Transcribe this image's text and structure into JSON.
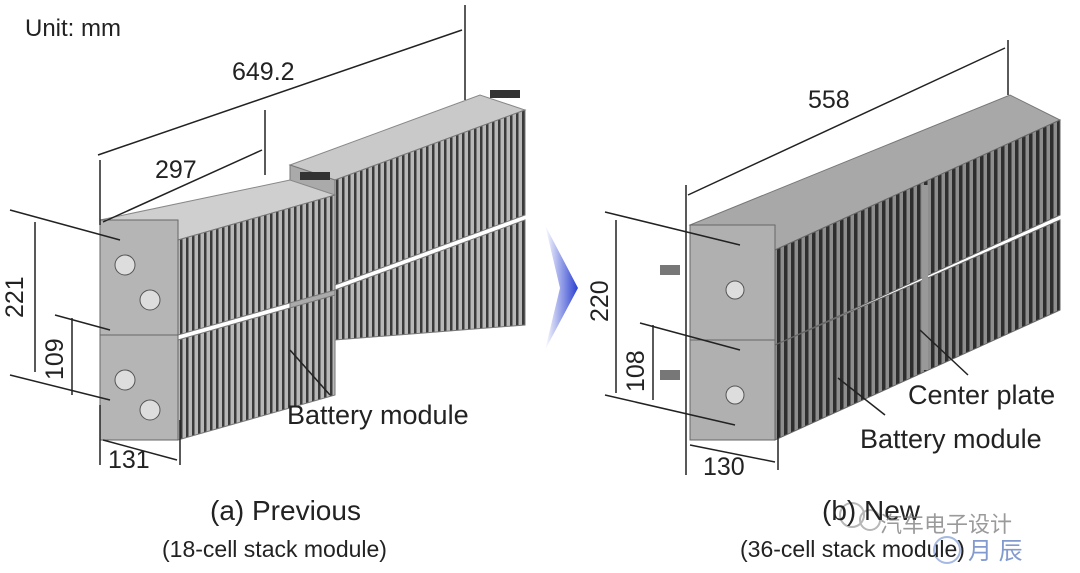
{
  "unit_label": "Unit: mm",
  "previous": {
    "caption": "(a)  Previous",
    "subcaption": "(18-cell stack module)",
    "dimensions": {
      "length": "649.2",
      "module_length": "297",
      "height": "221",
      "module_height": "109",
      "width": "131"
    },
    "callouts": {
      "battery_module": "Battery module"
    }
  },
  "new": {
    "caption": "(b)  New",
    "subcaption": "(36-cell stack module)",
    "dimensions": {
      "length": "558",
      "height": "220",
      "module_height": "108",
      "width": "130"
    },
    "callouts": {
      "center_plate": "Center plate",
      "battery_module": "Battery module"
    }
  },
  "watermark": {
    "text": "汽车电子设计",
    "text2": "月 辰"
  },
  "colors": {
    "module_gray": "#9a9a9a",
    "arrow_blue": "#2a3fd0"
  }
}
